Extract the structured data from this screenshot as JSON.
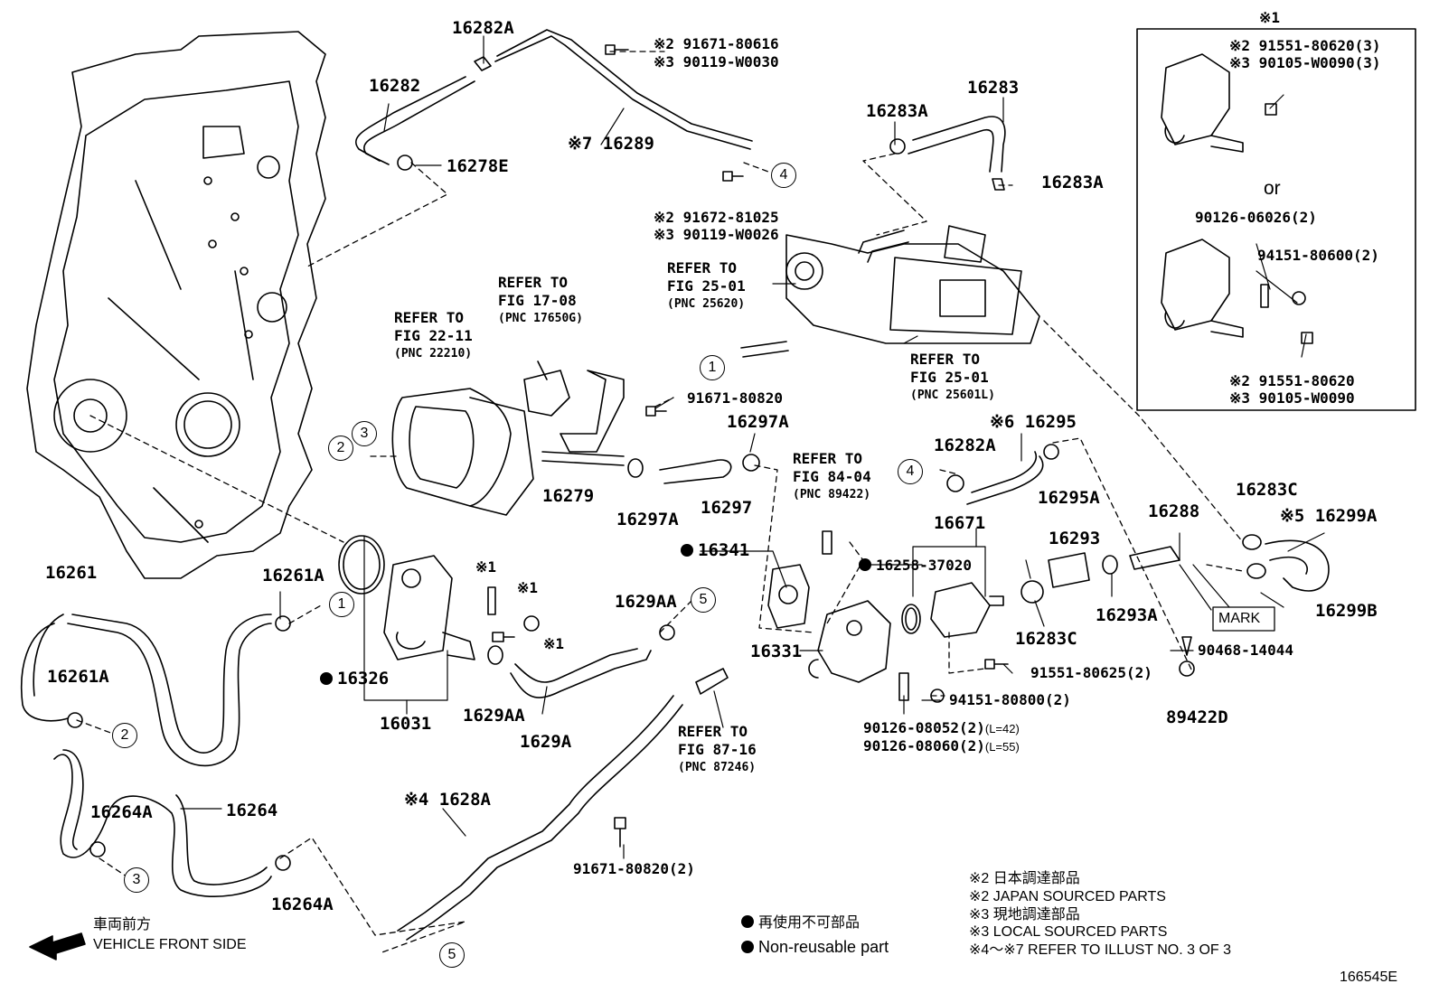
{
  "diagram_id": "166545E",
  "inset": {
    "title": "※1",
    "top_bolt_1": "※2 91551-80620(3)",
    "top_bolt_2": "※3 90105-W0090(3)",
    "or_label": "or",
    "stud": "90126-06026(2)",
    "nut": "94151-80600(2)",
    "bottom_bolt_1": "※2 91551-80620",
    "bottom_bolt_2": "※3 90105-W0090"
  },
  "parts": {
    "p16282A": "16282A",
    "p16282": "16282",
    "p16278E": "16278E",
    "p16289": "※7 16289",
    "bolt_top_1": "※2 91671-80616",
    "bolt_top_2": "※3 90119-W0030",
    "bolt_mid_1": "※2 91672-81025",
    "bolt_mid_2": "※3 90119-W0026",
    "p16283": "16283",
    "p16283A_1": "16283A",
    "p16283A_2": "16283A",
    "p16297A_1": "16297A",
    "p16297A_2": "16297A",
    "p16297": "16297",
    "p16279": "16279",
    "bolt_91671_80820": "91671-80820",
    "p16295": "※6 16295",
    "p16295A": "16295A",
    "p16282A_2": "16282A",
    "p16671": "16671",
    "p16293": "16293",
    "p16293A": "16293A",
    "p16288": "16288",
    "p16283C_1": "16283C",
    "p16283C_2": "16283C",
    "p16299A": "※5 16299A",
    "p16299B": "16299B",
    "mark": "MARK",
    "p90468": "90468-14044",
    "p89422D": "89422D",
    "p91551_80625": "91551-80625(2)",
    "p94151_80800": "94151-80800(2)",
    "p90126_08052": "90126-08052(2)",
    "p90126_08052_l": "(L=42)",
    "p90126_08060": "90126-08060(2)",
    "p90126_08060_l": "(L=55)",
    "p16341": "16341",
    "p16258": "16258-37020",
    "p16331": "16331",
    "p16261": "16261",
    "p16261A_1": "16261A",
    "p16261A_2": "16261A",
    "p16326": "16326",
    "p16031": "16031",
    "x1_a": "※1",
    "x1_b": "※1",
    "x1_c": "※1",
    "p1629AA_1": "1629AA",
    "p1629AA_2": "1629AA",
    "p1629A": "1629A",
    "p16264": "16264",
    "p16264A_1": "16264A",
    "p16264A_2": "16264A",
    "p1628A": "※4 1628A",
    "bolt_91671_80820_2": "91671-80820(2)"
  },
  "refs": {
    "r1": {
      "l1": "REFER TO",
      "l2": "FIG 17-08",
      "l3": "(PNC 17650G)"
    },
    "r2": {
      "l1": "REFER TO",
      "l2": "FIG 22-11",
      "l3": "(PNC 22210)"
    },
    "r3": {
      "l1": "REFER TO",
      "l2": "FIG 25-01",
      "l3": "(PNC 25620)"
    },
    "r4": {
      "l1": "REFER TO",
      "l2": "FIG 25-01",
      "l3": "(PNC 25601L)"
    },
    "r5": {
      "l1": "REFER TO",
      "l2": "FIG 84-04",
      "l3": "(PNC 89422)"
    },
    "r6": {
      "l1": "REFER TO",
      "l2": "FIG 87-16",
      "l3": "(PNC 87246)"
    }
  },
  "callouts": [
    "1",
    "2",
    "3",
    "4",
    "5"
  ],
  "legend": {
    "dot_jp": "再使用不可部品",
    "dot_en": "Non-reusable part",
    "n1": "※2  日本調達部品",
    "n2": "※2  JAPAN SOURCED PARTS",
    "n3": "※3  現地調達部品",
    "n4": "※3  LOCAL SOURCED PARTS",
    "n5": "※4～※7  REFER TO ILLUST NO. 3 OF 3",
    "front_jp": "車両前方",
    "front_en": "VEHICLE FRONT SIDE"
  }
}
